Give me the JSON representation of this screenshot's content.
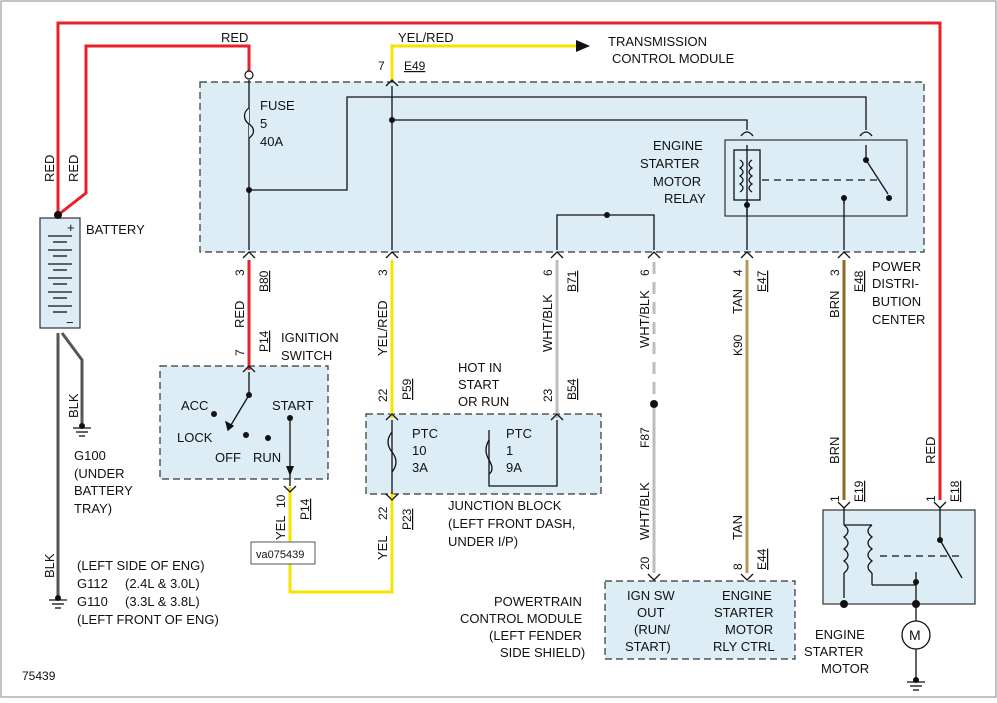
{
  "diagram_id": "75439",
  "image_tag": "va075439",
  "labels": {
    "red_top": "RED",
    "yel_red_top": "YEL/RED",
    "tcm_line1": "TRANSMISSION",
    "tcm_line2": "CONTROL MODULE",
    "fuse_line1": "FUSE",
    "fuse_line2": "5",
    "fuse_line3": "40A",
    "relay_line1": "ENGINE",
    "relay_line2": "STARTER",
    "relay_line3": "MOTOR",
    "relay_line4": "RELAY",
    "battery": "BATTERY",
    "pdc_line1": "POWER",
    "pdc_line2": "DISTRI-",
    "pdc_line3": "BUTION",
    "pdc_line4": "CENTER",
    "ign_line1": "IGNITION",
    "ign_line2": "SWITCH",
    "acc": "ACC",
    "lock": "LOCK",
    "off": "OFF",
    "run": "RUN",
    "start": "START",
    "hot_line1": "HOT IN",
    "hot_line2": "START",
    "hot_line3": "OR RUN",
    "ptc10_line1": "PTC",
    "ptc10_line2": "10",
    "ptc10_line3": "3A",
    "ptc1_line1": "PTC",
    "ptc1_line2": "1",
    "ptc1_line3": "9A",
    "jb_line1": "JUNCTION BLOCK",
    "jb_line2": "(LEFT FRONT DASH,",
    "jb_line3": "UNDER I/P)",
    "g100_line1": "G100",
    "g100_line2": "(UNDER",
    "g100_line3": "BATTERY",
    "g100_line4": "TRAY)",
    "gnd_line1": "(LEFT SIDE OF ENG)",
    "gnd_line2a": "G112",
    "gnd_line2b": "(2.4L & 3.0L)",
    "gnd_line3a": "G110",
    "gnd_line3b": "(3.3L & 3.8L)",
    "gnd_line4": "(LEFT FRONT OF ENG)",
    "pcm_line1": "POWERTRAIN",
    "pcm_line2": "CONTROL MODULE",
    "pcm_line3": "(LEFT FENDER",
    "pcm_line4": "SIDE SHIELD)",
    "ignsw_line1": "IGN SW",
    "ignsw_line2": "OUT",
    "ignsw_line3": "(RUN/",
    "ignsw_line4": "START)",
    "esm_line1": "ENGINE",
    "esm_line2": "STARTER",
    "esm_line3": "MOTOR",
    "esm_line4": "RLY CTRL",
    "motor_line1": "ENGINE",
    "motor_line2": "STARTER",
    "motor_line3": "MOTOR",
    "motor_symbol": "M",
    "plus": "+",
    "minus": "−"
  },
  "wire_colors": {
    "red": "RED",
    "blk": "BLK",
    "yel_red": "YEL/RED",
    "yel": "YEL",
    "wht_blk": "WHT/BLK",
    "tan": "TAN",
    "brn": "BRN"
  },
  "circuits": {
    "e49": "E49",
    "b80": "B80",
    "p14": "P14",
    "p59": "P59",
    "p23": "P23",
    "b71": "B71",
    "b54": "B54",
    "f87": "F87",
    "e47": "E47",
    "k90": "K90",
    "e44": "E44",
    "e48": "E48",
    "e19": "E19",
    "e18": "E18"
  },
  "pins": {
    "p7": "7",
    "p3": "3",
    "p6": "6",
    "p4": "4",
    "p22": "22",
    "p23": "23",
    "p10": "10",
    "p20": "20",
    "p8": "8",
    "p1": "1"
  },
  "colors": {
    "red_wire": "#e8202a",
    "yellow_wire": "#f6e400",
    "tan_wire": "#b59a56",
    "brown_wire": "#8c6a2a",
    "gray_wire": "#bdbdbd",
    "black_wire": "#555555",
    "box_fill": "#dcedf6"
  }
}
